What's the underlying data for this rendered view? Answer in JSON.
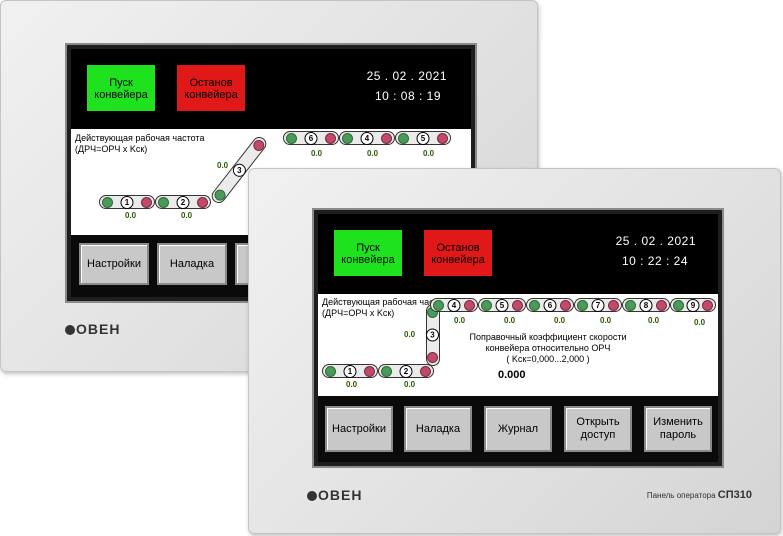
{
  "brand": "ОВЕН",
  "model_label": "Панель оператора",
  "model_name": "СП310",
  "start_label": [
    "Пуск",
    "конвейера"
  ],
  "stop_label": [
    "Останов",
    "конвейера"
  ],
  "freq_label": [
    "Действующая рабочая частота",
    "(ДРЧ=ОРЧ х Kcк)"
  ],
  "back": {
    "date": "25 . 02 . 2021",
    "time": "10 : 08 : 19",
    "conveyors": [
      {
        "num": "1",
        "value": "0.0"
      },
      {
        "num": "2",
        "value": "0.0"
      },
      {
        "num": "3",
        "value": "0.0"
      },
      {
        "num": "6",
        "value": "0.0"
      },
      {
        "num": "4",
        "value": "0.0"
      },
      {
        "num": "5",
        "value": "0.0"
      }
    ],
    "buttons": [
      "Настройки",
      "Наладка"
    ]
  },
  "front": {
    "date": "25 . 02 . 2021",
    "time": "10 : 22 : 24",
    "conveyors": [
      {
        "num": "1",
        "value": "0.0"
      },
      {
        "num": "2",
        "value": "0.0"
      },
      {
        "num": "3",
        "value": "0.0"
      },
      {
        "num": "4",
        "value": "0.0"
      },
      {
        "num": "5",
        "value": "0.0"
      },
      {
        "num": "6",
        "value": "0.0"
      },
      {
        "num": "7",
        "value": "0.0"
      },
      {
        "num": "8",
        "value": "0.0"
      },
      {
        "num": "9",
        "value": "0.0"
      }
    ],
    "coef_text": [
      "Поправочный коэффициент скорости",
      "конвейера относительно ОРЧ",
      "( Kcк=0,000...2,000 )"
    ],
    "coef_value": "0.000",
    "buttons": [
      "Настройки",
      "Наладка",
      "Журнал",
      "Открыть доступ",
      "Изменить пароль"
    ]
  }
}
